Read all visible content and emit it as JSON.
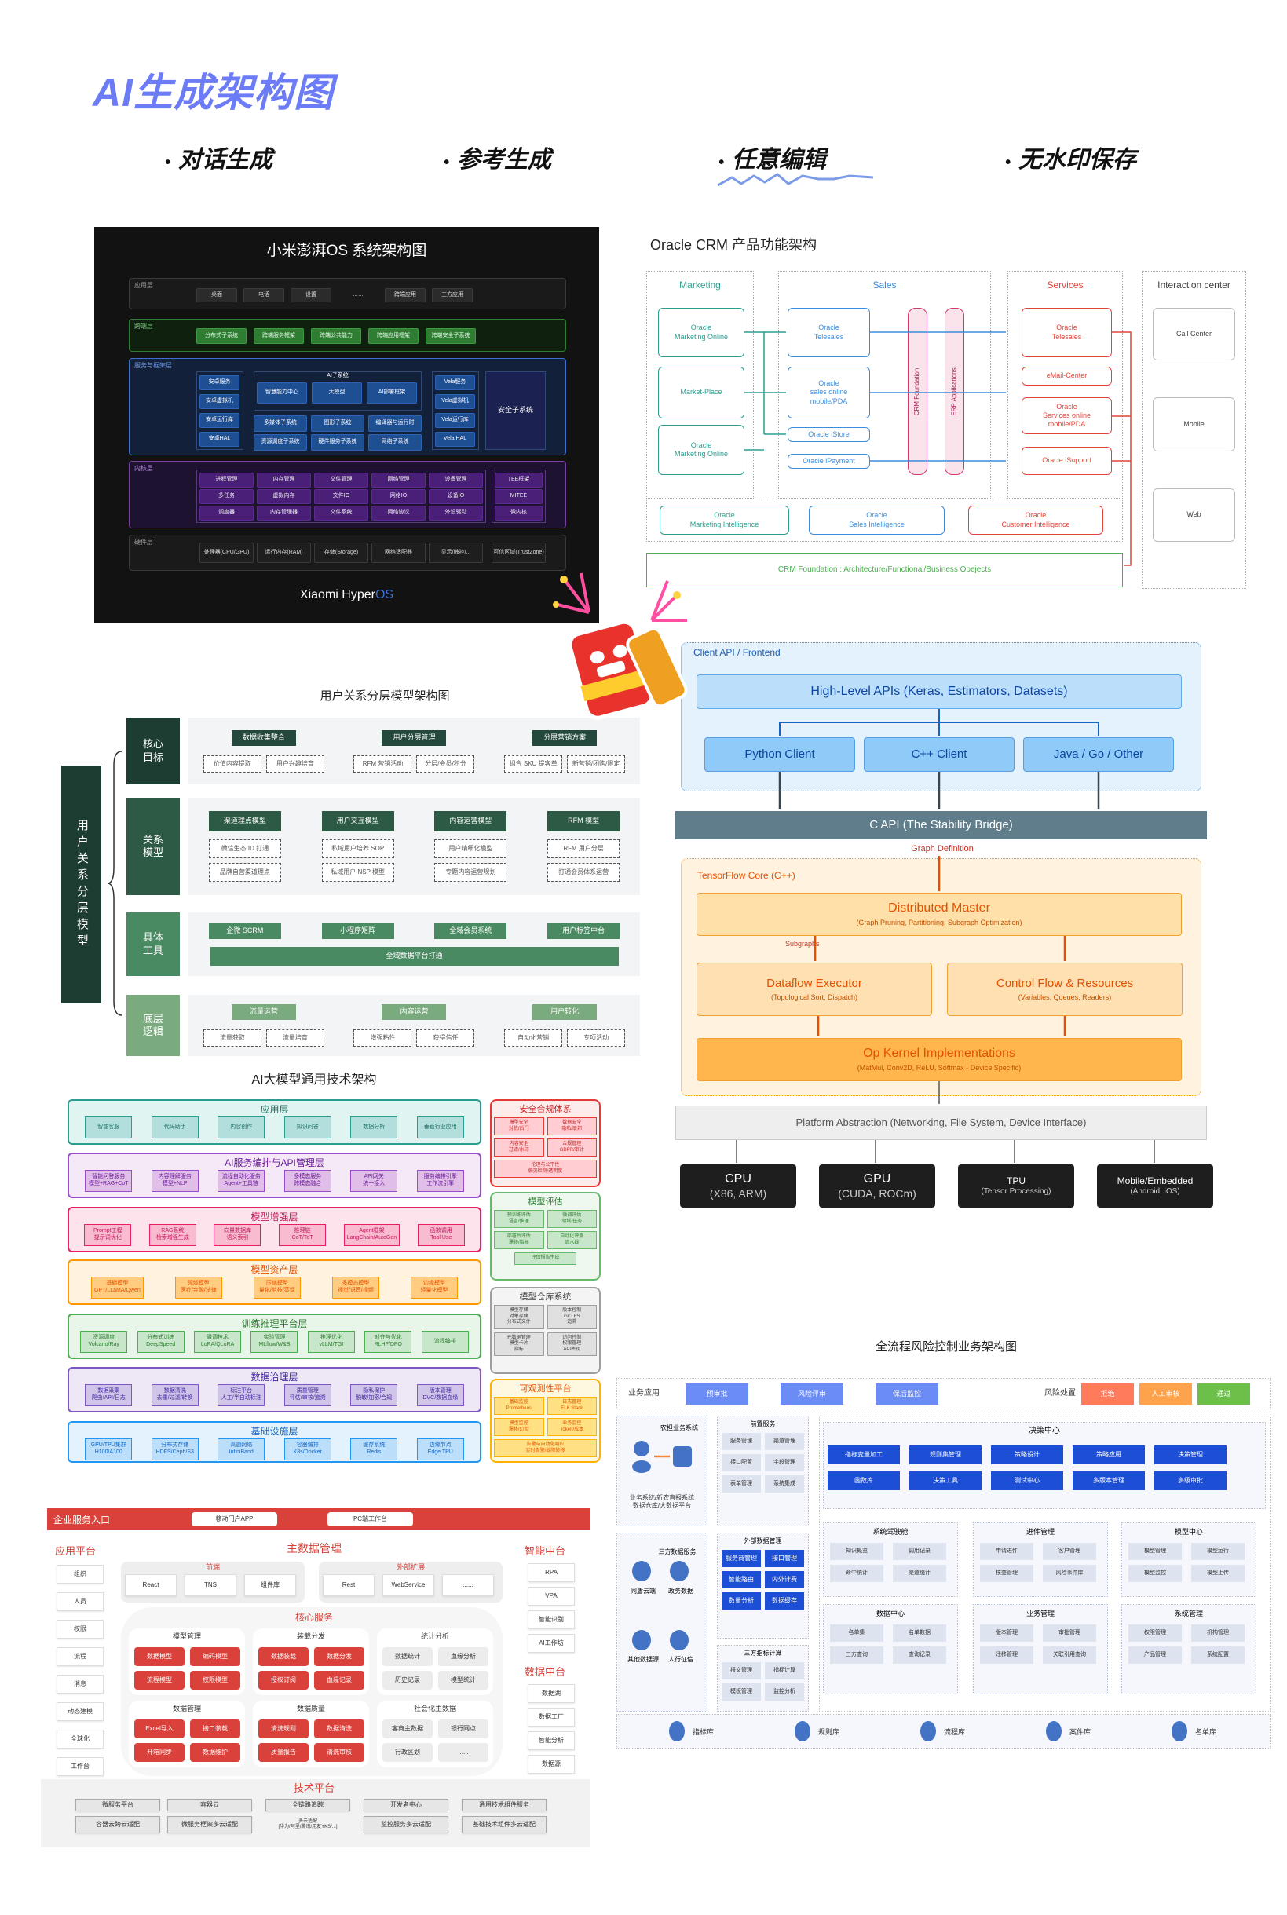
{
  "header": {
    "title": "AI生成架构图",
    "features": [
      "对话生成",
      "参考生成",
      "任意编辑",
      "无水印保存"
    ]
  },
  "xiaomi": {
    "title": "小米澎湃OS 系统架构图",
    "brand_prefix": "Xiaomi Hyper",
    "brand_suffix": "OS",
    "app": {
      "label": "应用层",
      "items": [
        "桌面",
        "电话",
        "设置",
        "……",
        "跨端应用",
        "三方应用"
      ]
    },
    "cross": {
      "label": "跨端层",
      "items": [
        "分布式子系统",
        "跨端服务框架",
        "跨端公共能力",
        "跨端应用框架",
        "跨端安全子系统"
      ]
    },
    "service": {
      "label": "服务与框架层",
      "android": [
        "安卓服务",
        "安卓虚拟机",
        "安卓运行库",
        "安卓HAL"
      ],
      "ai_title": "AI子系统",
      "ai": [
        "智慧能力中心",
        "大模型",
        "AI部署框架"
      ],
      "subsystems": [
        "多媒体子系统",
        "图形子系统",
        "编译器与运行时",
        "资源调度子系统",
        "硬件服务子系统",
        "网络子系统"
      ],
      "vela": [
        "Vela服务",
        "Vela虚拟机",
        "Vela运行库",
        "Vela HAL"
      ],
      "security": "安全子系统"
    },
    "kernel": {
      "label": "内核层",
      "modules": [
        [
          "进程管理",
          "多任务",
          "调度器"
        ],
        [
          "内存管理",
          "虚拟内存",
          "内存管理器"
        ],
        [
          "文件管理",
          "文件IO",
          "文件系统"
        ],
        [
          "网络管理",
          "网络IO",
          "网络协议"
        ],
        [
          "设备管理",
          "设备IO",
          "外设驱动"
        ]
      ],
      "tee": [
        "TEE框架",
        "MITEE",
        "微内核"
      ]
    },
    "hardware": {
      "label": "硬件层",
      "items": [
        "处理器(CPU/GPU)",
        "运行内存(RAM)",
        "存储(Storage)",
        "网络适配器",
        "显示/触控/...",
        "可信区域(TrustZone)"
      ]
    }
  },
  "oracle": {
    "title": "Oracle CRM 产品功能架构",
    "marketing": {
      "heading": "Marketing",
      "items": [
        "Oracle\nMarketing Online",
        "Market-Place",
        "Oracle\nMarketing Online"
      ]
    },
    "sales": {
      "heading": "Sales",
      "items": [
        "Oracle\nTelesales",
        "Oracle\nsales online\nmobile/PDA",
        "Oracle iStore",
        "Oracle iPayment"
      ]
    },
    "bars": [
      "CRM Foundation",
      "ERP Applications"
    ],
    "services": {
      "heading": "Services",
      "items": [
        "Oracle\nTelesales",
        "eMail-Center",
        "Oracle\nServices online\nmobile/PDA",
        "Oracle iSupport"
      ]
    },
    "interaction": {
      "heading": "Interaction center",
      "items": [
        "Call Center",
        "Mobile",
        "Web"
      ]
    },
    "intelligence": [
      "Oracle\nMarketing Intelligence",
      "Oracle\nSales Intelligence",
      "Oracle\nCustomer Intelligence"
    ],
    "foundation": "CRM Foundation : Architecture/Functional/Business Obejects"
  },
  "user_model": {
    "title": "用户关系分层模型架构图",
    "side_label": "用户关系分层模型",
    "rows": [
      {
        "label": "核心\n目标",
        "groups": [
          {
            "head": "数据收集整合",
            "subs": [
              "价值内容提取",
              "用户兴趣培育"
            ]
          },
          {
            "head": "用户分层管理",
            "subs": [
              "RFM 营销活动",
              "分层/会员/积分"
            ]
          },
          {
            "head": "分层营销方案",
            "subs": [
              "组合 SKU 提客单",
              "新营销/团购/限定"
            ]
          }
        ]
      },
      {
        "label": "关系\n模型",
        "groups": [
          {
            "head": "渠道理点模型",
            "subs": [
              "微信生态 ID 打通",
              "品牌自营渠道理点"
            ]
          },
          {
            "head": "用户交互模型",
            "subs": [
              "私域用户培养 SOP",
              "私域用户 NSP 模型"
            ]
          },
          {
            "head": "内容运营模型",
            "subs": [
              "用户精细化模型",
              "专题内容运营规划"
            ]
          },
          {
            "head": "RFM 模型",
            "subs": [
              "RFM 用户分层",
              "打通会员体系运营"
            ]
          }
        ]
      },
      {
        "label": "具体\n工具",
        "groups": [
          {
            "head": "企微 SCRM"
          },
          {
            "head": "小程序矩阵"
          },
          {
            "head": "全域会员系统"
          },
          {
            "head": "用户标签中台"
          }
        ],
        "bar": "全域数据平台打通"
      },
      {
        "label": "底层\n逻辑",
        "groups": [
          {
            "head": "流量运营",
            "subs": [
              "流量获取",
              "流量培育"
            ]
          },
          {
            "head": "内容运营",
            "subs": [
              "增强粘性",
              "获得信任"
            ]
          },
          {
            "head": "用户转化",
            "subs": [
              "自动化营销",
              "专项活动"
            ]
          }
        ]
      }
    ]
  },
  "tensorflow": {
    "client_label": "Client API / Frontend",
    "high_level": "High-Level APIs (Keras, Estimators, Datasets)",
    "clients": [
      "Python Client",
      "C++ Client",
      "Java / Go / Other"
    ],
    "c_api": "C API (The Stability Bridge)",
    "graph_def": "Graph Definition",
    "core_label": "TensorFlow Core (C++)",
    "master": {
      "title": "Distributed Master",
      "desc": "(Graph Pruning, Partitioning, Subgraph Optimization)"
    },
    "subgraphs": "Subgraphs",
    "executor": {
      "title": "Dataflow Executor",
      "desc": "(Topological Sort, Dispatch)"
    },
    "control": {
      "title": "Control Flow & Resources",
      "desc": "(Variables, Queues, Readers)"
    },
    "kernel": {
      "title": "Op Kernel Implementations",
      "desc": "(MatMul, Conv2D, ReLU, Softmax - Device Specific)"
    },
    "platform": "Platform Abstraction (Networking, File System, Device Interface)",
    "devices": [
      {
        "name": "CPU",
        "desc": "(X86, ARM)"
      },
      {
        "name": "GPU",
        "desc": "(CUDA, ROCm)"
      },
      {
        "name": "TPU",
        "desc": "(Tensor Processing)"
      },
      {
        "name": "Mobile/Embedded",
        "desc": "(Android, iOS)"
      }
    ]
  },
  "ai_arch": {
    "title": "AI大模型通用技术架构",
    "layers": [
      {
        "title": "应用层",
        "items": [
          "智能客服",
          "代码助手",
          "内容创作",
          "知识问答",
          "数据分析",
          "垂直行业应用"
        ]
      },
      {
        "title": "AI服务编排与API管理层",
        "items": [
          "智能问答服务\n模型+RAG+CoT",
          "内容理解服务\n模型+NLP",
          "流程自动化服务\nAgent+工具链",
          "多模态服务\n跨模态融合",
          "API网关\n统一接入",
          "服务编排引擎\n工作流引擎"
        ]
      },
      {
        "title": "模型增强层",
        "items": [
          "Prompt工程\n提示词优化",
          "RAG系统\n检索增强生成",
          "向量数据库\n语义索引",
          "推理链\nCoT/ToT",
          "Agent框架\nLangChain/AutoGen",
          "函数调用\nTool Use"
        ]
      },
      {
        "title": "模型资产层",
        "items": [
          "基础模型\nGPT/LLaMA/Qwen",
          "领域模型\n医疗/金融/法律",
          "压缩模型\n量化/剪枝/蒸馏",
          "多模态模型\n视觉/语音/视频",
          "边缘模型\n轻量化模型"
        ]
      },
      {
        "title": "训练推理平台层",
        "items": [
          "资源调度\nVolcano/Ray",
          "分布式训练\nDeepSpeed",
          "微调技术\nLoRA/QLoRA",
          "实验管理\nMLflow/W&B",
          "推理优化\nvLLM/TGI",
          "对齐与优化\nRLHF/DPO",
          "流程编排"
        ]
      },
      {
        "title": "数据治理层",
        "items": [
          "数据采集\n爬虫/API/日志",
          "数据清洗\n去重/过滤/转换",
          "标注平台\n人工/半自动标注",
          "质量管理\n评估/审核/追溯",
          "隐私保护\n脱敏/加密/合规",
          "版本管理\nDVC/数据血缘"
        ]
      },
      {
        "title": "基础设施层",
        "items": [
          "GPU/TPU集群\nH100/A100",
          "分布式存储\nHDFS/Ceph/S3",
          "高速网络\nInfiniBand",
          "容器编排\nK8s/Docker",
          "缓存系统\nRedis",
          "边缘节点\nEdge TPU"
        ]
      }
    ],
    "side": [
      {
        "title": "安全合规体系",
        "items": [
          "模型安全\n对抗/后门",
          "数据安全\n隐私/联邦",
          "内容安全\n过滤/水印",
          "合规管理\nGDPR/审计"
        ],
        "wide": "伦理与公平性\n偏见检测/透明度"
      },
      {
        "title": "模型评估",
        "items": [
          "预训练评估\n语言/推理",
          "微调评估\n领域/任务",
          "部署后评估\n漂移/指标",
          "自动化评测\n流水线"
        ],
        "wide": "评估报告生成"
      },
      {
        "title": "模型仓库系统",
        "items": [
          "模型存储\n对象存储\n分布式文件",
          "版本控制\nGit LFS\n追溯",
          "元数据管理\n模型卡片\n指标",
          "访问控制\n权限管理\nAPI密钥"
        ]
      },
      {
        "title": "可观测性平台",
        "items": [
          "基础监控\nPrometheus",
          "日志管理\nELK Stack",
          "模型监控\n漂移/幻觉",
          "业务监控\nToken/成本"
        ],
        "wide": "告警与自动化响应\n实时告警/故障转移"
      }
    ]
  },
  "enterprise": {
    "entry_label": "企业服务入口",
    "entries": [
      "移动门户APP",
      "PC端工作台"
    ],
    "app_platform": {
      "title": "应用平台",
      "items": [
        "组织",
        "人员",
        "权限",
        "流程",
        "消息",
        "动态建模",
        "全球化",
        "工作台"
      ]
    },
    "mdm_title": "主数据管理",
    "frontend": {
      "title": "前端",
      "items": [
        "React",
        "TNS",
        "组件库"
      ]
    },
    "external": {
      "title": "外部扩展",
      "items": [
        "Rest",
        "WebService",
        "......"
      ]
    },
    "core_title": "核心服务",
    "core": [
      {
        "title": "模型管理",
        "items": [
          "数据模型",
          "编码模型",
          "流程模型",
          "权限模型"
        ]
      },
      {
        "title": "装载分发",
        "items": [
          "数据装载",
          "数据分发",
          "授权订阅",
          "血缘记录"
        ]
      },
      {
        "title": "统计分析",
        "items": [
          "数据统计",
          "血缘分析",
          "历史记录",
          "模型统计"
        ]
      },
      {
        "title": "数据管理",
        "items": [
          "Excel导入",
          "接口装载",
          "开箱同步",
          "数据维护"
        ]
      },
      {
        "title": "数据质量",
        "items": [
          "清洗规则",
          "数据清洗",
          "质量报告",
          "清洗审核"
        ]
      },
      {
        "title": "社会化主数据",
        "items": [
          "客商主数据",
          "银行网点",
          "行政区划",
          "......"
        ]
      }
    ],
    "ai_platform": {
      "title": "智能中台",
      "items": [
        "RPA",
        "VPA",
        "智能识别",
        "AI工作坊"
      ]
    },
    "data_platform": {
      "title": "数据中台",
      "items": [
        "数据湖",
        "数据工厂",
        "智能分析",
        "数据源"
      ]
    },
    "tech": {
      "title": "技术平台",
      "row1": [
        "微服务平台",
        "容器云",
        "全链路追踪",
        "开发者中心",
        "通用技术组件服务"
      ],
      "row2": [
        "容器云跨云适配",
        "微服务框架多云适配",
        "多云适配\n[华为/阿里/腾讯/用友YKS/...]",
        "监控服务多云适配",
        "基础技术组件多云适配"
      ]
    }
  },
  "risk": {
    "title": "全流程风险控制业务架构图",
    "biz_label": "业务应用",
    "biz": [
      "预审批",
      "风险评审",
      "保后监控"
    ],
    "disposal_label": "风险处置",
    "disposal": [
      "拒绝",
      "人工审核",
      "通过"
    ],
    "source_system": "农担业务系统",
    "source_desc": "业务系统/新农直报系统\n数据仓库/大数据平台",
    "third_party": "三方数据服务",
    "third_sources": [
      "同盾云端",
      "政务数据",
      "其他数据源",
      "人行征信"
    ],
    "front": {
      "title": "前置服务",
      "items": [
        "服务管理",
        "渠道管理",
        "接口配置",
        "字段管理",
        "表单管理",
        "系统集成"
      ]
    },
    "external": {
      "title": "外部数据管理",
      "items": [
        "服务商管理",
        "接口管理",
        "智能路由",
        "内外计费",
        "数量分析",
        "数据缓存"
      ]
    },
    "indicator": {
      "title": "三方指标计算",
      "items": [
        "报文管理",
        "指标计算",
        "模板管理",
        "监控分析"
      ]
    },
    "decision": {
      "title": "决策中心",
      "items": [
        "指标变量加工",
        "规则集管理",
        "策略设计",
        "策略应用",
        "决策管理",
        "函数库",
        "决策工具",
        "测试中心",
        "多版本管理",
        "多级审批"
      ]
    },
    "modules": [
      {
        "title": "系统驾驶舱",
        "items": [
          "知识概览",
          "调用记录",
          "命中统计",
          "渠道统计"
        ]
      },
      {
        "title": "进件管理",
        "items": [
          "申请进件",
          "客户管理",
          "核查管理",
          "风险事件库"
        ]
      },
      {
        "title": "模型中心",
        "items": [
          "模型管理",
          "模型运行",
          "模型监控",
          "模型上传"
        ]
      },
      {
        "title": "数据中心",
        "items": [
          "名单集",
          "名单数据",
          "三方查询",
          "查询记录"
        ]
      },
      {
        "title": "业务管理",
        "items": [
          "版本管理",
          "审批管理",
          "迁移管理",
          "关联引用查询"
        ]
      },
      {
        "title": "系统管理",
        "items": [
          "权限管理",
          "机构管理",
          "产品管理",
          "系统配置"
        ]
      }
    ],
    "libraries": [
      "指标库",
      "规则库",
      "流程库",
      "案件库",
      "名单库"
    ]
  },
  "colors": {
    "brand": "#6b7cf6",
    "xiaomi_bg": "#121212",
    "oracle_marketing": "#2a9d8f",
    "oracle_sales": "#3a8ddb",
    "oracle_services": "#e0453a",
    "green": "#1e3d32",
    "tf_blue": "#bbdefb",
    "tf_orange": "#ffcc80",
    "red": "#d9413a",
    "risk_blue": "#1d4fd6"
  }
}
